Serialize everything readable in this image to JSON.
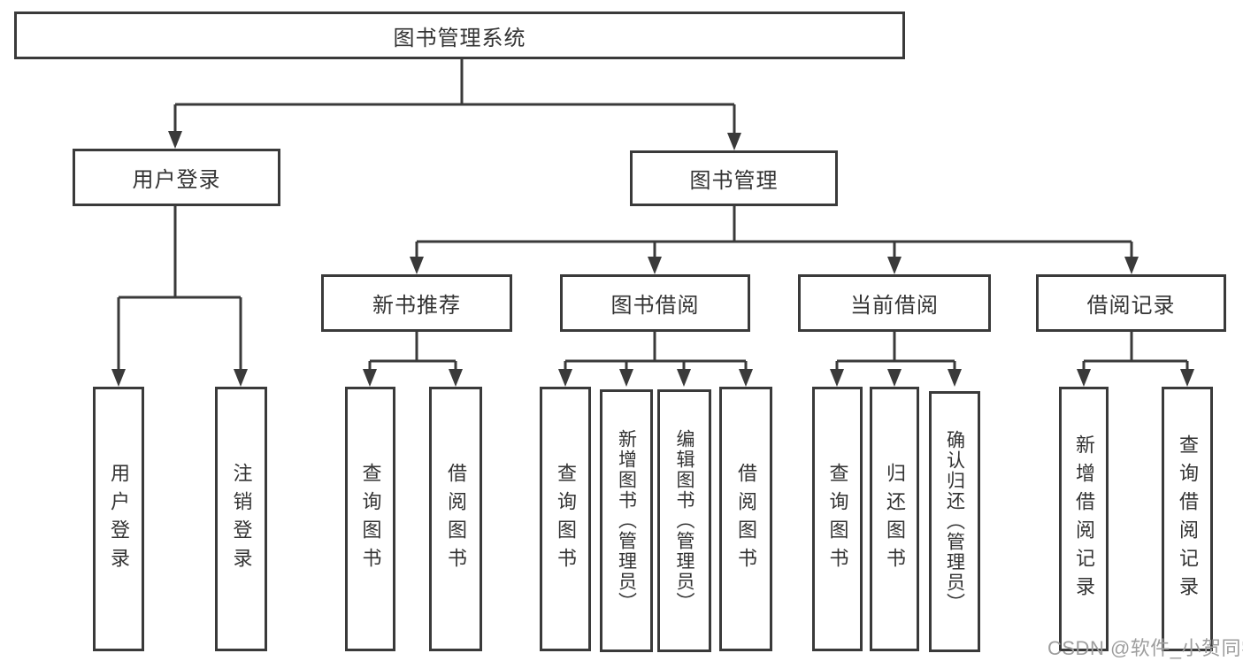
{
  "diagram_title": "图书管理系统",
  "tree": {
    "label": "图书管理系统",
    "children": [
      {
        "label": "用户登录",
        "children": [
          {
            "label": "用户登录"
          },
          {
            "label": "注销登录"
          }
        ]
      },
      {
        "label": "图书管理",
        "children": [
          {
            "label": "新书推荐",
            "children": [
              {
                "label": "查询图书"
              },
              {
                "label": "借阅图书"
              }
            ]
          },
          {
            "label": "图书借阅",
            "children": [
              {
                "label": "查询图书"
              },
              {
                "label": "新增图书（管理员）"
              },
              {
                "label": "编辑图书（管理员）"
              },
              {
                "label": "借阅图书"
              }
            ]
          },
          {
            "label": "当前借阅",
            "children": [
              {
                "label": "查询图书"
              },
              {
                "label": "归还图书"
              },
              {
                "label": "确认归还（管理员）"
              }
            ]
          },
          {
            "label": "借阅记录",
            "children": [
              {
                "label": "新增借阅记录"
              },
              {
                "label": "查询借阅记录"
              }
            ]
          }
        ]
      }
    ]
  },
  "watermark": {
    "text": "CSDN @软件_小贺同学"
  },
  "colors": {
    "line": "#3a3a3a",
    "box_border": "#3a3a3a",
    "box_fill": "#ffffff",
    "text": "#333333",
    "watermark": "#9e9e9e",
    "background": "#ffffff"
  }
}
